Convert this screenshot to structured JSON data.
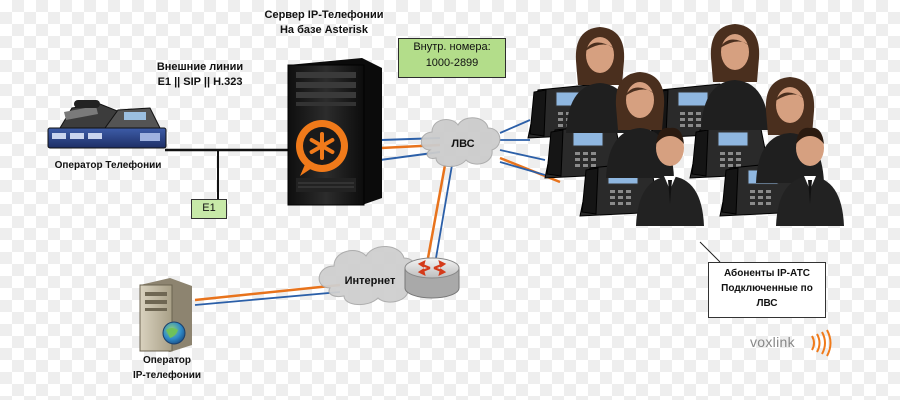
{
  "labels": {
    "server_line1": "Сервер IP-Телефонии",
    "server_line2": "На базе Asterisk",
    "external_lines_line1": "Внешние линии",
    "external_lines_line2": "E1 || SIP || H.323",
    "operator_telephony": "Оператор Телефонии",
    "internal_numbers_line1": "Внутр. номера:",
    "internal_numbers_line2": "1000-2899",
    "lan_cloud": "ЛВС",
    "internet_cloud": "Интернет",
    "e1_box": "E1",
    "ip_operator_line1": "Оператор",
    "ip_operator_line2": "IP-телефонии",
    "subscribers_line1": "Абоненты IP-АТС",
    "subscribers_line2": "Подключенные по",
    "subscribers_line3": "ЛВС",
    "logo": "voxlink"
  },
  "colors": {
    "link_orange": "#e8731c",
    "link_blue": "#2b5fa8",
    "link_black": "#111111",
    "server_body": "#1b1b1b",
    "asterisk_orange": "#f07a1a",
    "box_green": "#b3dd8a",
    "person_skin": "#d6a080",
    "person_hair": "#4a2f1e",
    "phone_body": "#2a2a2a",
    "phone_screen": "#8fb7e0"
  },
  "icons": {
    "server": "server-icon",
    "asterisk_logo": "asterisk-logo-icon",
    "pbx": "pbx-desk-phone-icon",
    "router": "router-icon",
    "ip_operator_server": "pc-server-globe-icon",
    "ip_phone": "ip-phone-icon",
    "female_person": "female-user-icon",
    "male_person": "male-user-icon"
  }
}
